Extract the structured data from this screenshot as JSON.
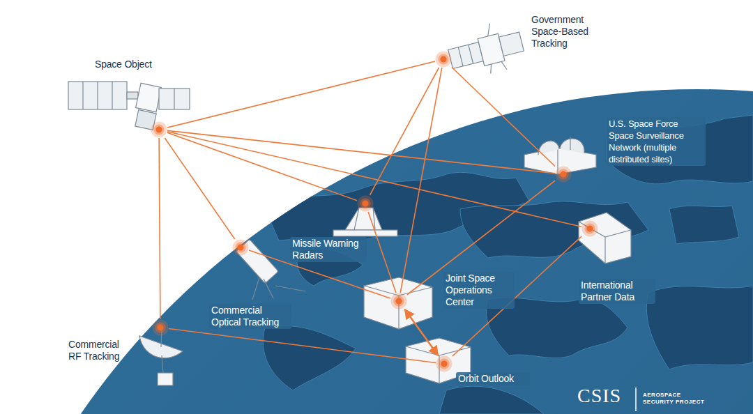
{
  "diagram": {
    "nodes": [
      {
        "text": [
          "Space Object"
        ]
      },
      {
        "text": [
          "Government Space-Based Tracking"
        ]
      },
      {
        "text": [
          "U.S. Space Force Space Surveillance Network (multiple distributed sites)"
        ]
      },
      {
        "text": [
          "Missile Warning Radars"
        ]
      },
      {
        "text": [
          "Commercial Optical Tracking"
        ]
      },
      {
        "text": [
          "Commercial RF Tracking"
        ]
      },
      {
        "text": [
          "Joint Space Operations Center"
        ]
      },
      {
        "text": [
          "International Partner Data"
        ]
      },
      {
        "text": [
          "Orbit Outlook"
        ]
      }
    ],
    "edges": [
      {
        "from": 0,
        "to": 1,
        "arrow": "none"
      },
      {
        "from": 0,
        "to": 2,
        "arrow": "none"
      },
      {
        "from": 0,
        "to": 3,
        "arrow": "none"
      },
      {
        "from": 0,
        "to": 4,
        "arrow": "none"
      },
      {
        "from": 0,
        "to": 5,
        "arrow": "none"
      },
      {
        "from": 0,
        "to": 7,
        "arrow": "none"
      },
      {
        "from": 1,
        "to": 3,
        "arrow": "none"
      },
      {
        "from": 1,
        "to": 6,
        "arrow": "none"
      },
      {
        "from": 1,
        "to": 2,
        "arrow": "none"
      },
      {
        "from": 2,
        "to": 6,
        "arrow": "none"
      },
      {
        "from": 3,
        "to": 6,
        "arrow": "none"
      },
      {
        "from": 4,
        "to": 6,
        "arrow": "none"
      },
      {
        "from": 5,
        "to": 8,
        "arrow": "none"
      },
      {
        "from": 7,
        "to": 8,
        "arrow": "none"
      },
      {
        "from": 6,
        "to": 8,
        "arrow": "both"
      }
    ],
    "labels": [
      "CSIS",
      "AEROSPACE SECURITY PROJECT"
    ]
  }
}
